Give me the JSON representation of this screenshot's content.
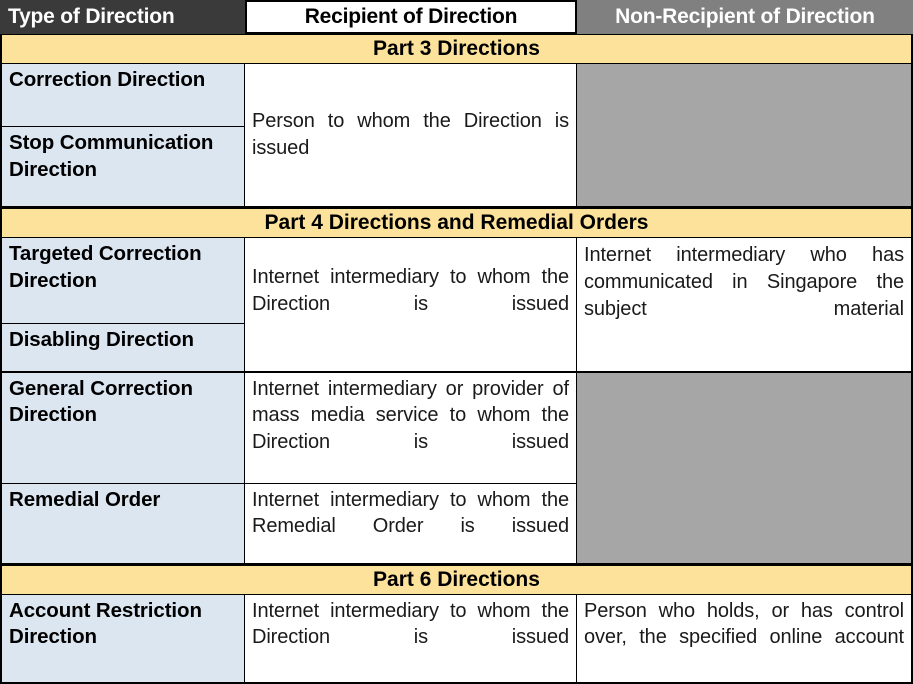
{
  "table": {
    "headers": {
      "type": "Type of Direction",
      "recipient": "Recipient of Direction",
      "non_recipient": "Non-Recipient of Direction"
    },
    "colors": {
      "header_type_bg": "#3a3a3a",
      "header_recipient_bg": "#ffffff",
      "header_nonrecipient_bg": "#808080",
      "section_band_bg": "#fce29a",
      "type_column_bg": "#dce6f1",
      "recipient_column_bg": "#ffffff",
      "blocked_cell_bg": "#a6a6a6",
      "border": "#000000",
      "text": "#000000"
    },
    "sections": [
      {
        "band_label": "Part 3 Directions",
        "types": [
          "Correction Direction",
          "Stop Communication Direction"
        ],
        "recipient": "Person to whom the Direction is issued",
        "non_recipient": "",
        "non_recipient_blocked": true
      },
      {
        "band_label": "Part 4 Directions and Remedial Orders",
        "groups": [
          {
            "types": [
              "Targeted Correction Direction",
              "Disabling Direction"
            ],
            "recipient": "Internet intermediary to whom the Direction is issued",
            "non_recipient": "Internet intermediary who has communicated in Singapore the subject material",
            "non_recipient_blocked": false
          },
          {
            "types": [
              "General Correction Direction"
            ],
            "recipient": "Internet intermediary or provider of mass media service to whom the Direction is issued",
            "non_recipient": "",
            "non_recipient_blocked": true
          },
          {
            "types": [
              "Remedial Order"
            ],
            "recipient": "Internet intermediary to whom the Remedial Order is issued",
            "non_recipient": "",
            "non_recipient_blocked": true
          }
        ]
      },
      {
        "band_label": "Part 6 Directions",
        "types": [
          "Account Restriction Direction"
        ],
        "recipient": "Internet intermediary to whom the Direction is issued",
        "non_recipient": "Person who holds, or has control over, the specified online account",
        "non_recipient_blocked": false
      }
    ]
  }
}
